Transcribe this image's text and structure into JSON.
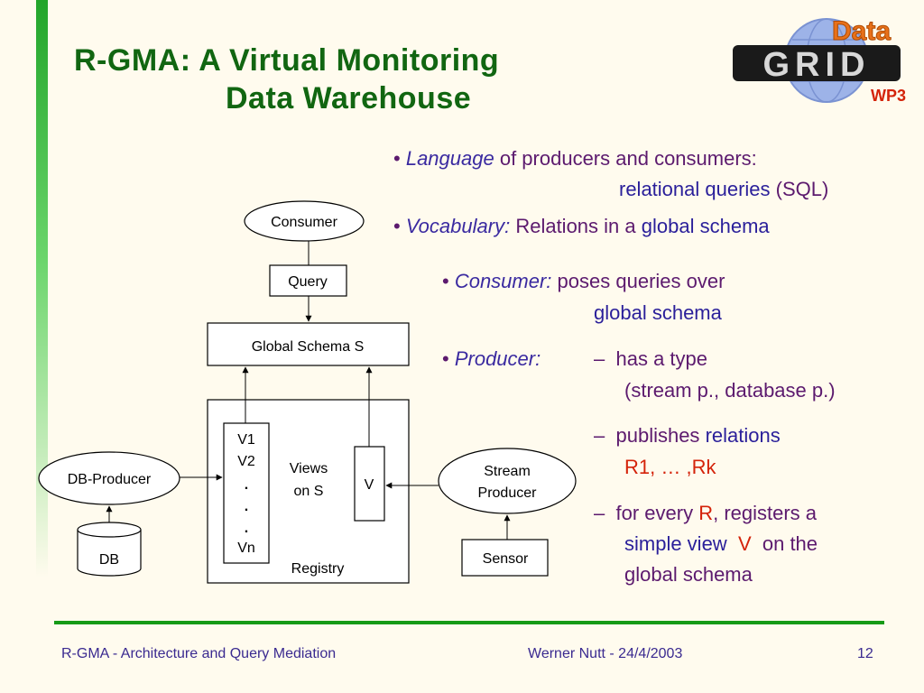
{
  "slide": {
    "title_line1": "R-GMA: A Virtual Monitoring",
    "title_line2": "Data Warehouse"
  },
  "logo": {
    "word_top": "Data",
    "word_main": "GRID",
    "badge": "WP3"
  },
  "colors": {
    "title": "#116611",
    "accent_red": "#D4230A",
    "text_purple": "#5C1A6E",
    "text_blue": "#2A1F9A",
    "footer_line": "#169A16",
    "background": "#FFFBEE"
  },
  "diagram": {
    "consumer": "Consumer",
    "query": "Query",
    "global_schema": "Global Schema S",
    "views_left": [
      "V1",
      "V2",
      ".",
      ".",
      ".",
      "Vn"
    ],
    "views_label_1": "Views",
    "views_label_2": "on S",
    "view_single": "V",
    "registry": "Registry",
    "db_producer": "DB-Producer",
    "db": "DB",
    "stream_producer_1": "Stream",
    "stream_producer_2": "Producer",
    "sensor": "Sensor"
  },
  "bullets": {
    "b1_term": "Language",
    "b1_rest": "of producers and consumers:",
    "b1_cont_a": "relational queries",
    "b1_cont_b": "(SQL)",
    "b2_term": "Vocabulary:",
    "b2_rest_a": "Relations in a",
    "b2_rest_b": "global schema",
    "b3_term": "Consumer:",
    "b3_rest": "poses queries over",
    "b3_cont": "global schema",
    "b4_term": "Producer:",
    "b4_sub1": "has a type",
    "b4_sub1_cont": "(stream p., database p.)",
    "b4_sub2_a": "publishes",
    "b4_sub2_b": "relations",
    "b4_sub2_cont": "R1, … ,Rk",
    "b4_sub3_a": "for every",
    "b4_sub3_r": "R",
    "b4_sub3_b": ", registers a",
    "b4_sub3_cont_a": "simple view",
    "b4_sub3_cont_v": "V",
    "b4_sub3_cont_b": "on the",
    "b4_sub3_cont2": "global schema",
    "dash": "–",
    "dot": "•"
  },
  "footer": {
    "left": "R-GMA - Architecture and Query Mediation",
    "center": "Werner Nutt - 24/4/2003",
    "page": "12"
  }
}
